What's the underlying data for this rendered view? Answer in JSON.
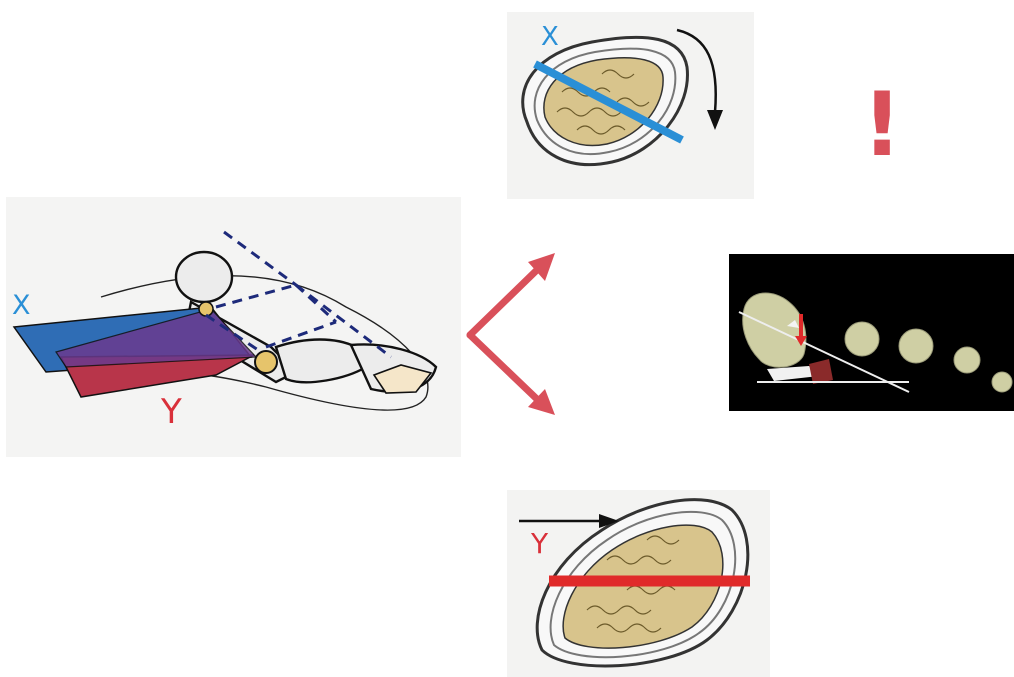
{
  "foot_illustration": {
    "label_x": "X",
    "label_y": "Y"
  },
  "cross_section_top": {
    "label": "X"
  },
  "cross_section_bottom": {
    "label": "Y"
  },
  "warning": {
    "symbol": "!"
  },
  "colors": {
    "plane_x": "#2f6db5",
    "plane_y": "#b8354a",
    "plane_overlap": "#6a3a8f",
    "cut_line_x": "#2a8fd6",
    "cut_line_y": "#e02a2a",
    "arrow_red": "#d9505a",
    "bone": "#d8c48c",
    "cortex": "#6c6c6c",
    "label_x": "#2a8fd6",
    "label_y": "#d9303a"
  },
  "icons": [
    "rotation-arrow-icon",
    "translation-arrow-icon",
    "split-arrows-icon",
    "exclamation-icon"
  ]
}
